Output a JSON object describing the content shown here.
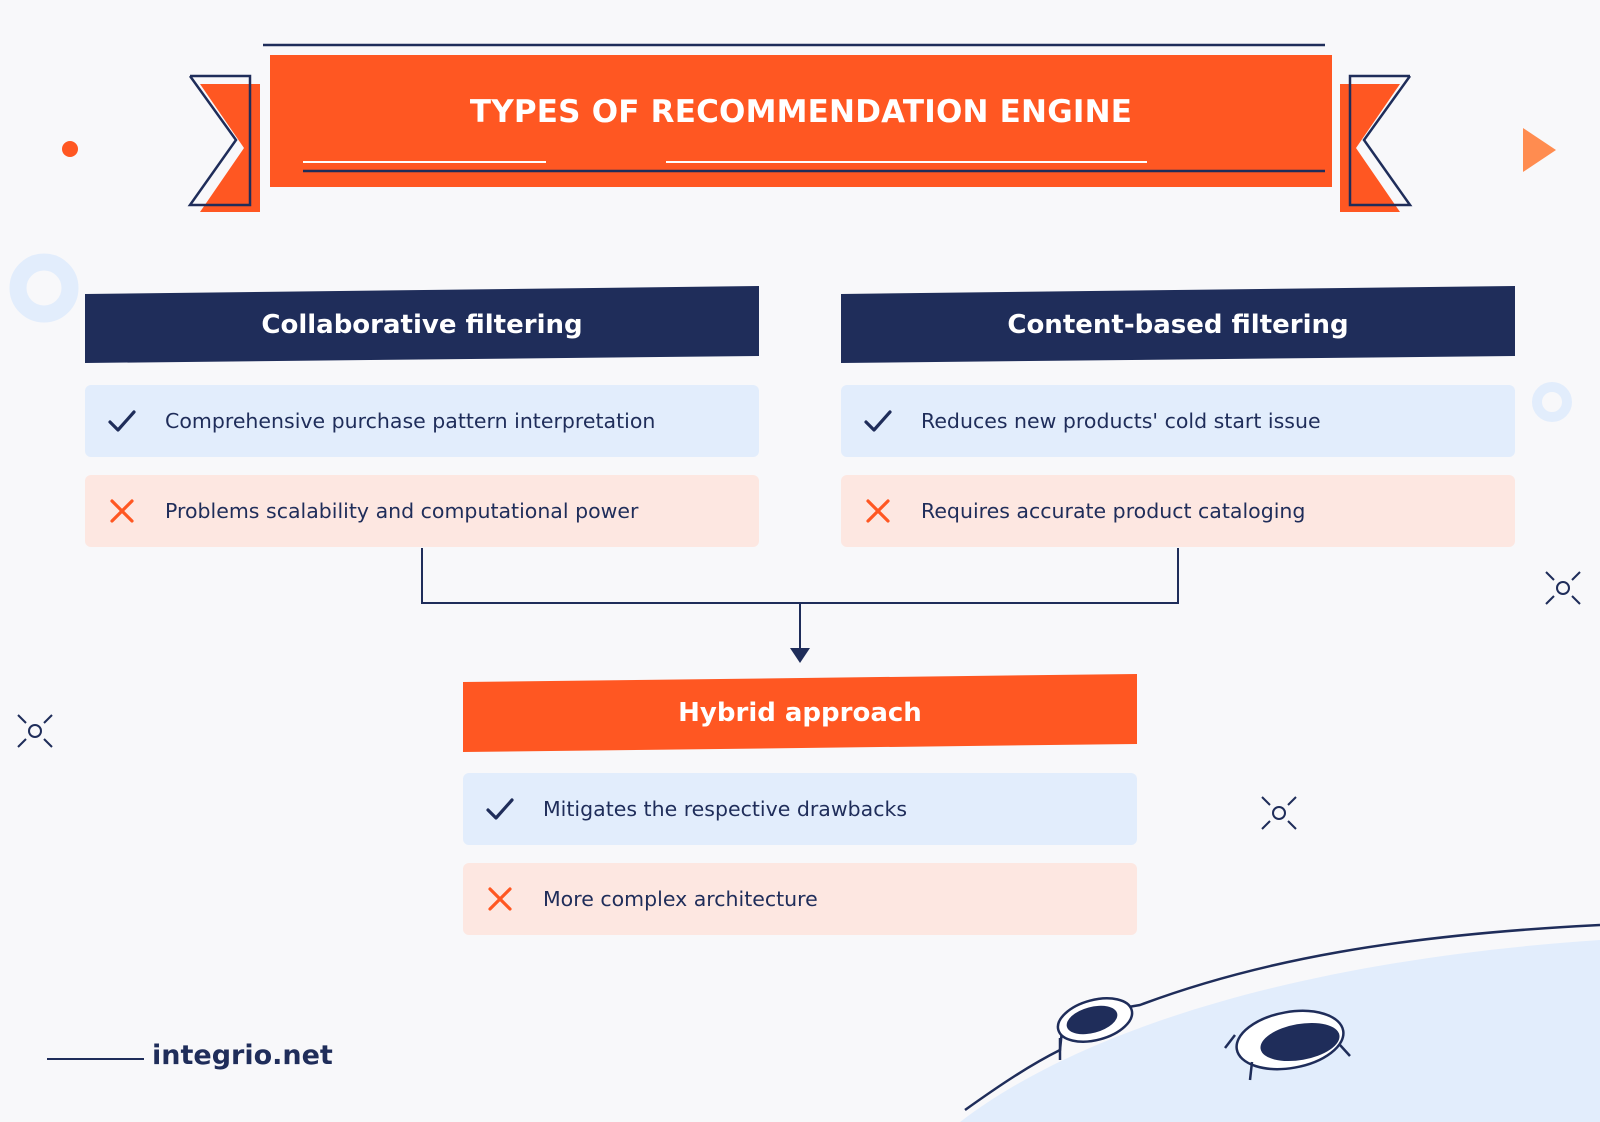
{
  "title": "TYPES OF RECOMMENDATION ENGINE",
  "columns": [
    {
      "header": "Collaborative filtering",
      "pro": "Comprehensive purchase pattern interpretation",
      "con": "Problems scalability and computational power"
    },
    {
      "header": "Content-based filtering",
      "pro": "Reduces new products' cold start issue",
      "con": "Requires accurate product cataloging"
    }
  ],
  "hybrid": {
    "header": "Hybrid approach",
    "pro": "Mitigates the respective drawbacks",
    "con": "More complex architecture"
  },
  "footer": {
    "brand": "integrio.net"
  },
  "icons": {
    "pro": "checkmark-icon",
    "con": "cross-icon"
  },
  "colors": {
    "orange": "#ff5722",
    "navy": "#1f2d5a",
    "pro_bg": "#e2edfc",
    "con_bg": "#fde7e1",
    "background": "#f8f8fa"
  }
}
